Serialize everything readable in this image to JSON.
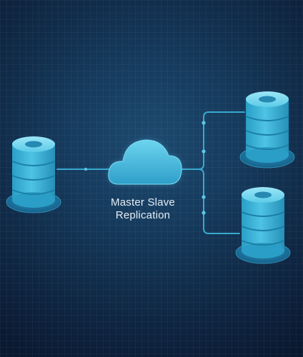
{
  "diagram": {
    "label_line1": "Master Slave",
    "label_line2": "Replication",
    "nodes": [
      {
        "id": "master",
        "role": "master database",
        "icon": "database-icon"
      },
      {
        "id": "cloud",
        "role": "network",
        "icon": "cloud-icon"
      },
      {
        "id": "slave1",
        "role": "replica database",
        "icon": "database-icon"
      },
      {
        "id": "slave2",
        "role": "replica database",
        "icon": "database-icon"
      }
    ],
    "edges": [
      {
        "from": "master",
        "to": "cloud"
      },
      {
        "from": "cloud",
        "to": "slave1"
      },
      {
        "from": "cloud",
        "to": "slave2"
      }
    ]
  },
  "colors": {
    "background": "#153a5c",
    "database_light": "#7fdcf2",
    "database_mid": "#3ab4d8",
    "database_dark": "#1b7fa6",
    "line": "#39a9cf",
    "text": "#e6eef6"
  }
}
